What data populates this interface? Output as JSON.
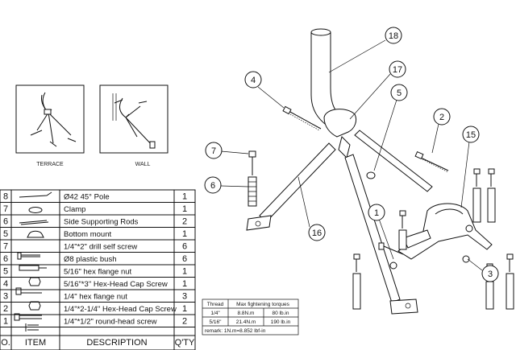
{
  "views": [
    {
      "caption": "TERRACE"
    },
    {
      "caption": "WALL"
    }
  ],
  "parts_table": {
    "rows": [
      {
        "no": "8",
        "desc": "Ø42 45° Pole",
        "qty": "1"
      },
      {
        "no": "7",
        "desc": "Clamp",
        "qty": "1"
      },
      {
        "no": "6",
        "desc": "Side Supporting Rods",
        "qty": "2"
      },
      {
        "no": "5",
        "desc": "Bottom mount",
        "qty": "1"
      },
      {
        "no": "7",
        "desc": "1/4\"*2\" drill self screw",
        "qty": "6"
      },
      {
        "no": "6",
        "desc": "Ø8 plastic bush",
        "qty": "6"
      },
      {
        "no": "5",
        "desc": "5/16\" hex flange nut",
        "qty": "1"
      },
      {
        "no": "4",
        "desc": "5/16\"*3\" Hex-Head Cap Screw",
        "qty": "1"
      },
      {
        "no": "3",
        "desc": "1/4\" hex flange nut",
        "qty": "3"
      },
      {
        "no": "2",
        "desc": "1/4\"*2-1/4\" Hex-Head Cap Screw",
        "qty": "1"
      },
      {
        "no": "1",
        "desc": "1/4\"*1/2\" round-head screw",
        "qty": "2"
      }
    ],
    "header": {
      "no": "O.",
      "item": "ITEM",
      "desc": "DESCRIPTION",
      "qty": "Q'TY"
    }
  },
  "torque_table": {
    "headers": [
      "Thread",
      "Max fightening torques"
    ],
    "rows": [
      {
        "thread": "1/4\"",
        "nm": "8.8N.m",
        "lb": "80 lb.in"
      },
      {
        "thread": "5/16\"",
        "nm": "21.4N.m",
        "lb": "190 lb.in"
      }
    ],
    "remark": "remark: 1N.m=8.852 lbf-in"
  },
  "callouts": [
    "18",
    "17",
    "4",
    "5",
    "2",
    "15",
    "7",
    "6",
    "1",
    "16",
    "3"
  ]
}
